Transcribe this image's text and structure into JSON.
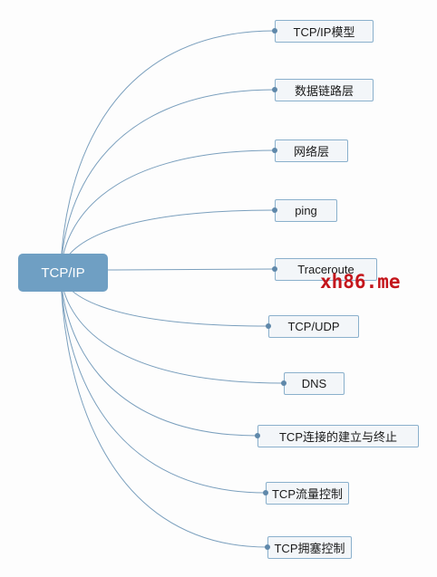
{
  "root": {
    "label": "TCP/IP"
  },
  "branches": [
    {
      "label": "TCP/IP模型"
    },
    {
      "label": "数据链路层"
    },
    {
      "label": "网络层"
    },
    {
      "label": "ping"
    },
    {
      "label": "Traceroute"
    },
    {
      "label": "TCP/UDP"
    },
    {
      "label": "DNS"
    },
    {
      "label": "TCP连接的建立与终止"
    },
    {
      "label": "TCP流量控制"
    },
    {
      "label": "TCP拥塞控制"
    }
  ],
  "watermark": {
    "text": "xh86.me"
  },
  "colors": {
    "root_fill": "#6f9fc3",
    "node_border": "#8ab0cc",
    "connector": "#7a9fbd",
    "watermark": "#c4161c"
  }
}
